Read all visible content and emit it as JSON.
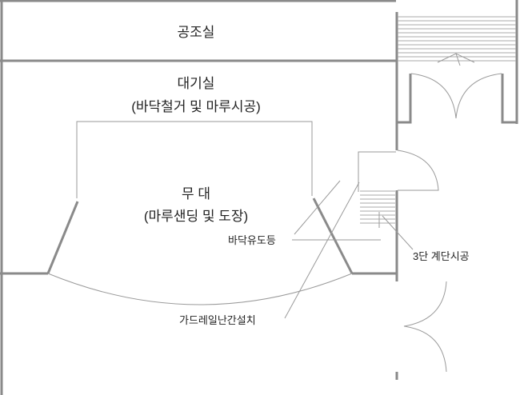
{
  "rooms": {
    "air_room": "공조실",
    "waiting_room": "대기실",
    "waiting_room_note": "(바닥철거 및 마루시공)",
    "stage": "무 대",
    "stage_note": "(마루샌딩 및 도장)"
  },
  "annotations": {
    "floor_light": "바닥유도등",
    "stairs": "3단 계단시공",
    "guardrail": "가드레일난간설치"
  },
  "colors": {
    "line": "#8a8a8a",
    "text": "#222222"
  }
}
